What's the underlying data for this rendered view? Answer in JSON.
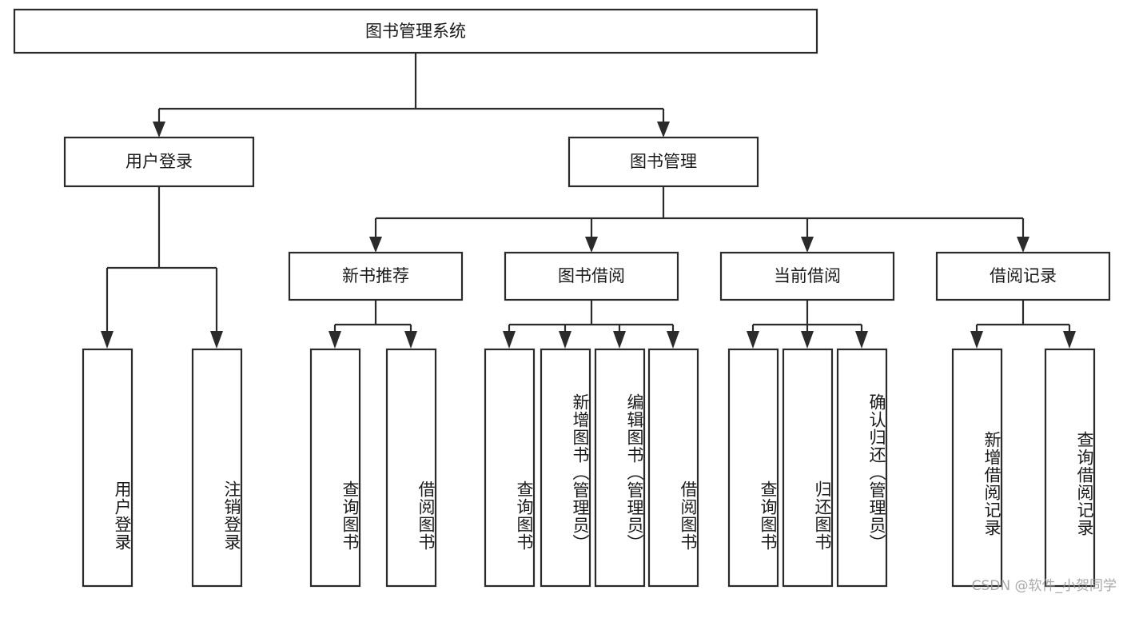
{
  "diagram": {
    "type": "tree",
    "title": "图书管理系统",
    "watermark": "CSDN @软件_小贺同学",
    "root": {
      "id": "root",
      "label": "图书管理系统"
    },
    "level1": [
      {
        "id": "user-login",
        "label": "用户登录"
      },
      {
        "id": "book-manage",
        "label": "图书管理"
      }
    ],
    "level2": [
      {
        "id": "new-book-rec",
        "label": "新书推荐",
        "parent": "book-manage"
      },
      {
        "id": "book-borrow",
        "label": "图书借阅",
        "parent": "book-manage"
      },
      {
        "id": "current-borrow",
        "label": "当前借阅",
        "parent": "book-manage"
      },
      {
        "id": "borrow-record",
        "label": "借阅记录",
        "parent": "book-manage"
      }
    ],
    "leaves": [
      {
        "id": "leaf-user-login",
        "label": "用户登录",
        "parent": "user-login"
      },
      {
        "id": "leaf-user-logout",
        "label": "注销登录",
        "parent": "user-login"
      },
      {
        "id": "leaf-query-book-1",
        "label": "查询图书",
        "parent": "new-book-rec"
      },
      {
        "id": "leaf-borrow-book-1",
        "label": "借阅图书",
        "parent": "new-book-rec"
      },
      {
        "id": "leaf-query-book-2",
        "label": "查询图书",
        "parent": "book-borrow"
      },
      {
        "id": "leaf-add-book",
        "label": "新增图书（管理员）",
        "parent": "book-borrow"
      },
      {
        "id": "leaf-edit-book",
        "label": "编辑图书（管理员）",
        "parent": "book-borrow"
      },
      {
        "id": "leaf-borrow-book-2",
        "label": "借阅图书",
        "parent": "book-borrow"
      },
      {
        "id": "leaf-query-book-3",
        "label": "查询图书",
        "parent": "current-borrow"
      },
      {
        "id": "leaf-return-book",
        "label": "归还图书",
        "parent": "current-borrow"
      },
      {
        "id": "leaf-confirm-return",
        "label": "确认归还（管理员）",
        "parent": "current-borrow"
      },
      {
        "id": "leaf-add-record",
        "label": "新增借阅记录",
        "parent": "borrow-record"
      },
      {
        "id": "leaf-query-record",
        "label": "查询借阅记录",
        "parent": "borrow-record"
      }
    ],
    "colors": {
      "stroke": "#2b2b2b",
      "fill": "#ffffff",
      "text": "#1a1a1a",
      "watermark": "#9a9a9a"
    }
  }
}
